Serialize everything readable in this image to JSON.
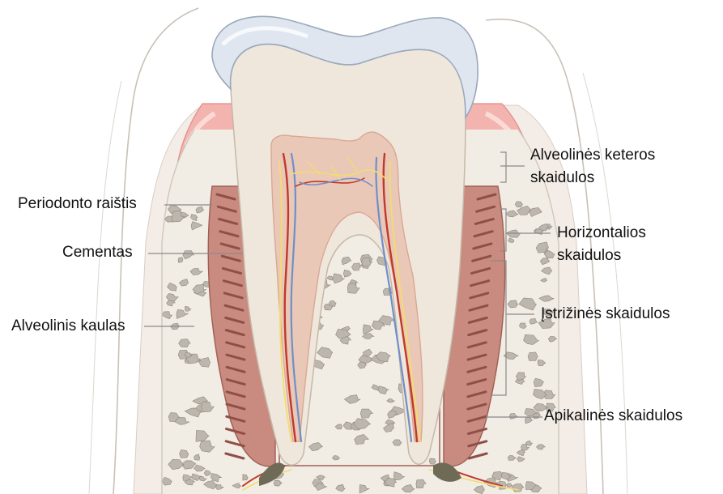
{
  "labels": {
    "periodonto_raistis": "Periodonto raištis",
    "cementas": "Cementas",
    "alveolinis_kaulas": "Alveolinis kaulas",
    "alveolines_keteros_1": "Alveolinės keteros",
    "alveolines_keteros_2": "skaidulos",
    "horizontalios_1": "Horizontalios",
    "horizontalios_2": "skaidulos",
    "istrizines": "Įstrižinės skaidulos",
    "apikalines": "Apikalinės skaidulos"
  },
  "colors": {
    "enamel": "#dfe6ef",
    "dentin": "#efe7dc",
    "pulp": "#eac8b8",
    "gum": "#f3b4b0",
    "gum_edge": "#e38a86",
    "bone": "#f1ede4",
    "bone_pore": "#b9b3ab",
    "pdl": "#c98a7f",
    "vessel_red": "#c0392b",
    "vessel_blue": "#6f8fc8",
    "nerve": "#f3dc6e",
    "leader": "#8a8a8a"
  }
}
